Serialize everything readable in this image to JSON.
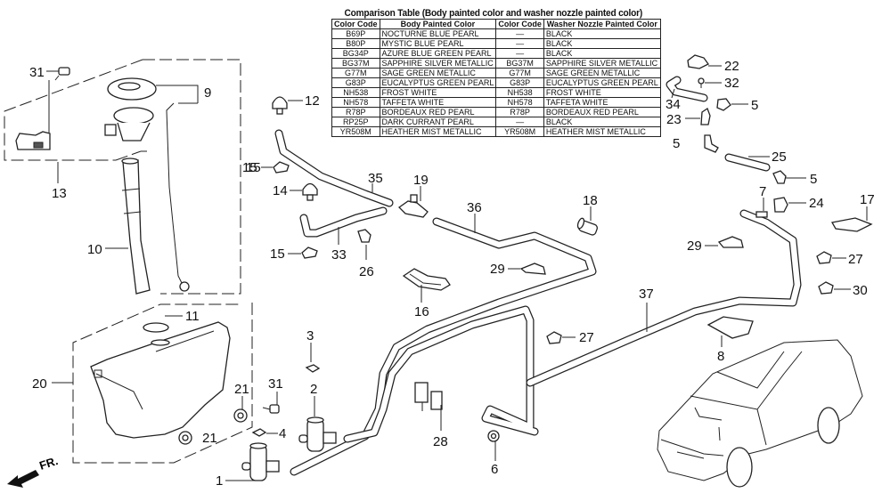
{
  "comparison_table": {
    "title": "Comparison Table (Body painted color and washer nozzle painted color)",
    "headers": [
      "Color Code",
      "Body Painted Color",
      "Color Code",
      "Washer Nozzle Painted Color"
    ],
    "rows": [
      [
        "B69P",
        "NOCTURNE BLUE PEARL",
        "—",
        "BLACK"
      ],
      [
        "B80P",
        "MYSTIC BLUE PEARL",
        "—",
        "BLACK"
      ],
      [
        "BG34P",
        "AZURE BLUE GREEN PEARL",
        "—",
        "BLACK"
      ],
      [
        "BG37M",
        "SAPPHIRE SILVER METALLIC",
        "BG37M",
        "SAPPHIRE SILVER METALLIC"
      ],
      [
        "G77M",
        "SAGE GREEN METALLIC",
        "G77M",
        "SAGE GREEN METALLIC"
      ],
      [
        "G83P",
        "EUCALYPTUS GREEN PEARL",
        "G83P",
        "EUCALYPTUS GREEN PEARL"
      ],
      [
        "NH538",
        "FROST WHITE",
        "NH538",
        "FROST WHITE"
      ],
      [
        "NH578",
        "TAFFETA WHITE",
        "NH578",
        "TAFFETA WHITE"
      ],
      [
        "R78P",
        "BORDEAUX RED PEARL",
        "R78P",
        "BORDEAUX RED PEARL"
      ],
      [
        "RP25P",
        "DARK CURRANT PEARL",
        "—",
        "BLACK"
      ],
      [
        "YR508M",
        "HEATHER MIST METALLIC",
        "YR508M",
        "HEATHER MIST METALLIC"
      ]
    ]
  },
  "direction_indicator": "FR.",
  "callouts": {
    "c31a": "31",
    "c9": "9",
    "c13": "13",
    "c10": "10",
    "c15box": "15",
    "c11": "11",
    "c20": "20",
    "c21a": "21",
    "c21b": "21",
    "c31b": "31",
    "c4": "4",
    "c1": "1",
    "c3": "3",
    "c2": "2",
    "c12": "12",
    "c15a": "15",
    "c14": "14",
    "c35": "35",
    "c19": "19",
    "c15b": "15",
    "c33": "33",
    "c26": "26",
    "c16": "16",
    "c36": "36",
    "c18": "18",
    "c29a": "29",
    "c28": "28",
    "c6": "6",
    "c27a": "27",
    "c37": "37",
    "c8": "8",
    "c22": "22",
    "c32": "32",
    "c34": "34",
    "c5a": "5",
    "c23": "23",
    "c5b": "5",
    "c25": "25",
    "c5c": "5",
    "c7": "7",
    "c24": "24",
    "c17": "17",
    "c29b": "29",
    "c27b": "27",
    "c30": "30"
  }
}
